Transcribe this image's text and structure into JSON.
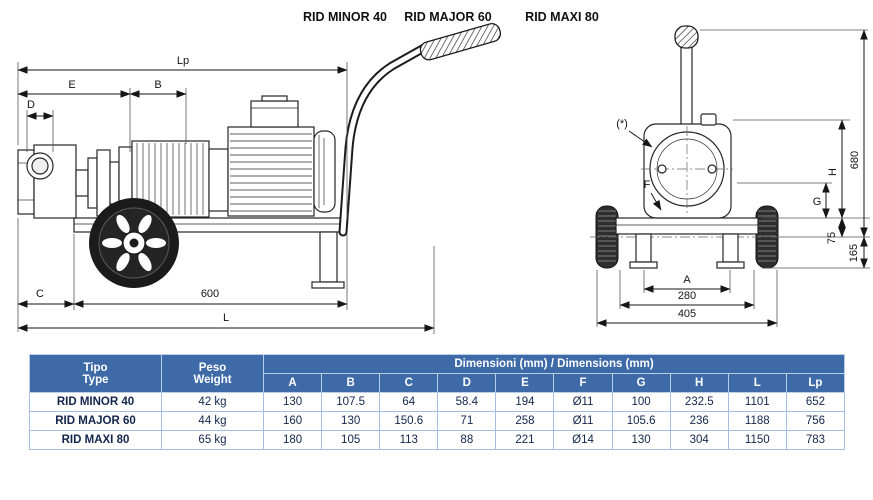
{
  "titles": {
    "minor": "RID MINOR 40",
    "major": "RID MAJOR 60",
    "maxi": "RID MAXI 80"
  },
  "side_view": {
    "lp": "Lp",
    "e": "E",
    "b": "B",
    "d": "D",
    "c": "C",
    "len600": "600",
    "l": "L"
  },
  "front_view": {
    "star": "(*)",
    "f": "F",
    "h": "H",
    "h680": "680",
    "g": "G",
    "v75": "75",
    "v165": "165",
    "a": "A",
    "w280": "280",
    "w405": "405"
  },
  "table": {
    "header": {
      "tipo": "Tipo",
      "type": "Type",
      "peso": "Peso",
      "weight": "Weight",
      "dims_title": "Dimensioni (mm) / Dimensions (mm)",
      "cols": [
        "A",
        "B",
        "C",
        "D",
        "E",
        "F",
        "G",
        "H",
        "L",
        "Lp"
      ]
    },
    "rows": [
      {
        "model": "RID MINOR 40",
        "weight": "42 kg",
        "values": [
          "130",
          "107.5",
          "64",
          "58.4",
          "194",
          "Ø11",
          "100",
          "232.5",
          "1101",
          "652"
        ]
      },
      {
        "model": "RID MAJOR 60",
        "weight": "44 kg",
        "values": [
          "160",
          "130",
          "150.6",
          "71",
          "258",
          "Ø11",
          "105.6",
          "236",
          "1188",
          "756"
        ]
      },
      {
        "model": "RID MAXI 80",
        "weight": "65 kg",
        "values": [
          "180",
          "105",
          "113",
          "88",
          "221",
          "Ø14",
          "130",
          "304",
          "1150",
          "783"
        ]
      }
    ],
    "colors": {
      "header_bg": "#3e6aa8",
      "border": "#a3bedf",
      "text": "#12254c"
    }
  }
}
